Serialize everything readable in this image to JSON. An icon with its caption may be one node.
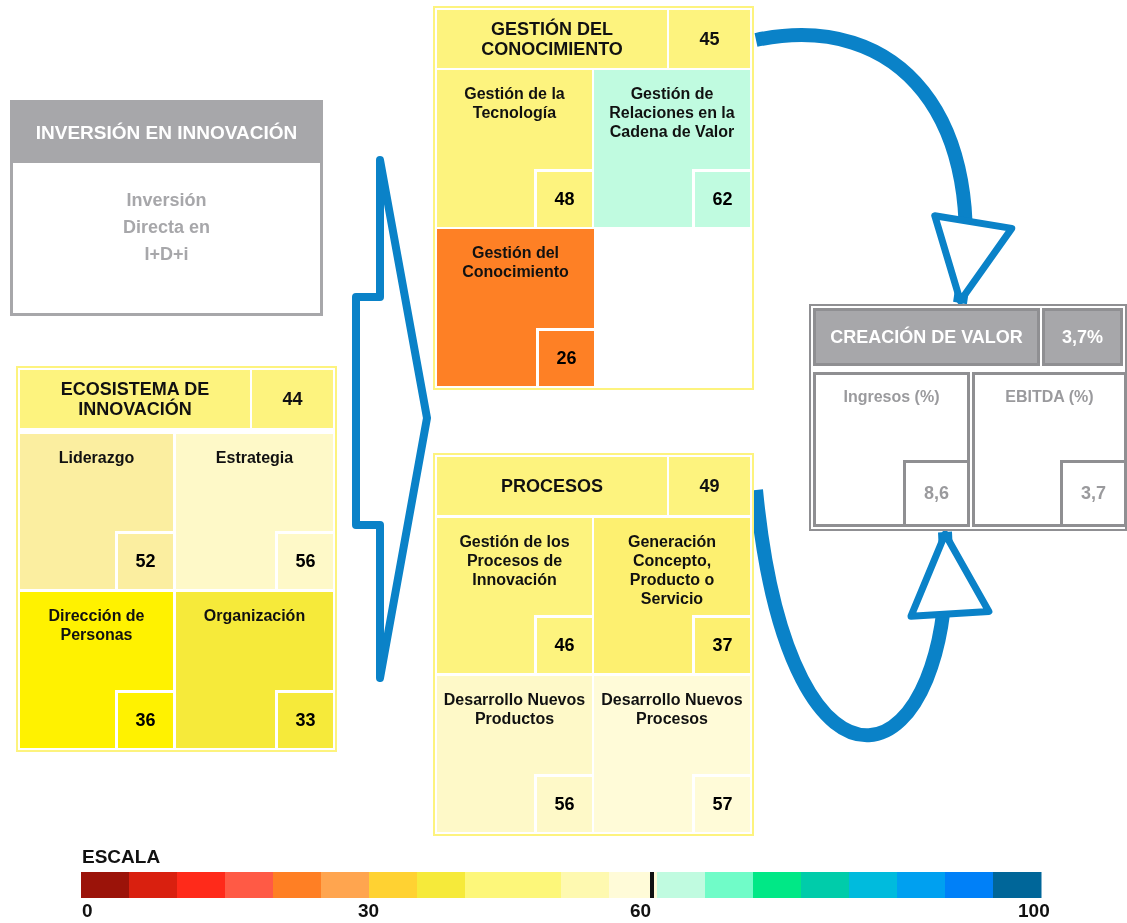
{
  "diagram": {
    "nodes": [
      {
        "text": [
          "INVERSIÓN EN INNOVACIÓN",
          "Inversión Directa en I+D+i"
        ]
      },
      {
        "text": [
          "ECOSISTEMA DE INNOVACIÓN",
          "44"
        ]
      },
      {
        "text": [
          "Liderazgo",
          "52"
        ],
        "in": 1
      },
      {
        "text": [
          "Estrategia",
          "56"
        ],
        "in": 1
      },
      {
        "text": [
          "Dirección de Personas",
          "36"
        ],
        "in": 1
      },
      {
        "text": [
          "Organización",
          "33"
        ],
        "in": 1
      },
      {
        "text": [
          "GESTIÓN DEL CONOCIMIENTO",
          "45"
        ]
      },
      {
        "text": [
          "Gestión de la Tecnología",
          "48"
        ],
        "in": 6
      },
      {
        "text": [
          "Gestión de Relaciones en la Cadena de Valor",
          "62"
        ],
        "in": 6
      },
      {
        "text": [
          "Gestión del Conocimiento",
          "26"
        ],
        "in": 6
      },
      {
        "text": [
          "PROCESOS",
          "49"
        ]
      },
      {
        "text": [
          "Gestión de los Procesos de Innovación",
          "46"
        ],
        "in": 10
      },
      {
        "text": [
          "Generación Concepto, Producto o Servicio",
          "37"
        ],
        "in": 10
      },
      {
        "text": [
          "Desarrollo Nuevos Productos",
          "56"
        ],
        "in": 10
      },
      {
        "text": [
          "Desarrollo Nuevos Procesos",
          "57"
        ],
        "in": 10
      },
      {
        "text": [
          "CREACIÓN DE VALOR",
          "3,7%"
        ]
      },
      {
        "text": [
          "Ingresos (%)",
          "8,6"
        ],
        "in": 15
      },
      {
        "text": [
          "EBITDA (%)",
          "3,7"
        ],
        "in": 15
      }
    ],
    "edges": [
      {
        "from": 6,
        "to": 15,
        "arrow": "to"
      },
      {
        "from": 10,
        "to": 15,
        "arrow": "to"
      }
    ],
    "labels": [
      "ESCALA",
      "0",
      "30",
      "60",
      "100"
    ]
  }
}
